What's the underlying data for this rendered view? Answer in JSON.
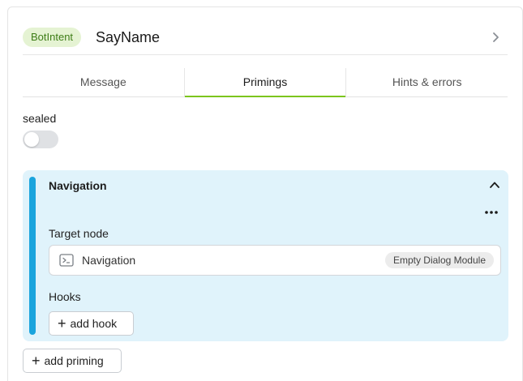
{
  "header": {
    "badge": "BotIntent",
    "title": "SayName"
  },
  "tabs": [
    {
      "label": "Message",
      "active": false
    },
    {
      "label": "Primings",
      "active": true
    },
    {
      "label": "Hints & errors",
      "active": false
    }
  ],
  "sealed": {
    "label": "sealed",
    "on": false
  },
  "priming": {
    "title": "Navigation",
    "target_label": "Target node",
    "target": {
      "name": "Navigation",
      "tag": "Empty Dialog Module"
    },
    "hooks_label": "Hooks",
    "add_hook_label": "add hook"
  },
  "add_priming_label": "add priming",
  "colors": {
    "badge_bg": "#e5f3d3",
    "badge_text": "#3e7d17",
    "tab_active_underline": "#7cc51d",
    "card_bg": "#e0f3fb",
    "card_accent": "#1aa4dd"
  },
  "icons": {
    "header_chevron": "chevron-right-icon",
    "collapse": "chevron-up-icon",
    "menu": "more-horizontal-icon",
    "node": "terminal-icon",
    "add": "plus-icon"
  }
}
